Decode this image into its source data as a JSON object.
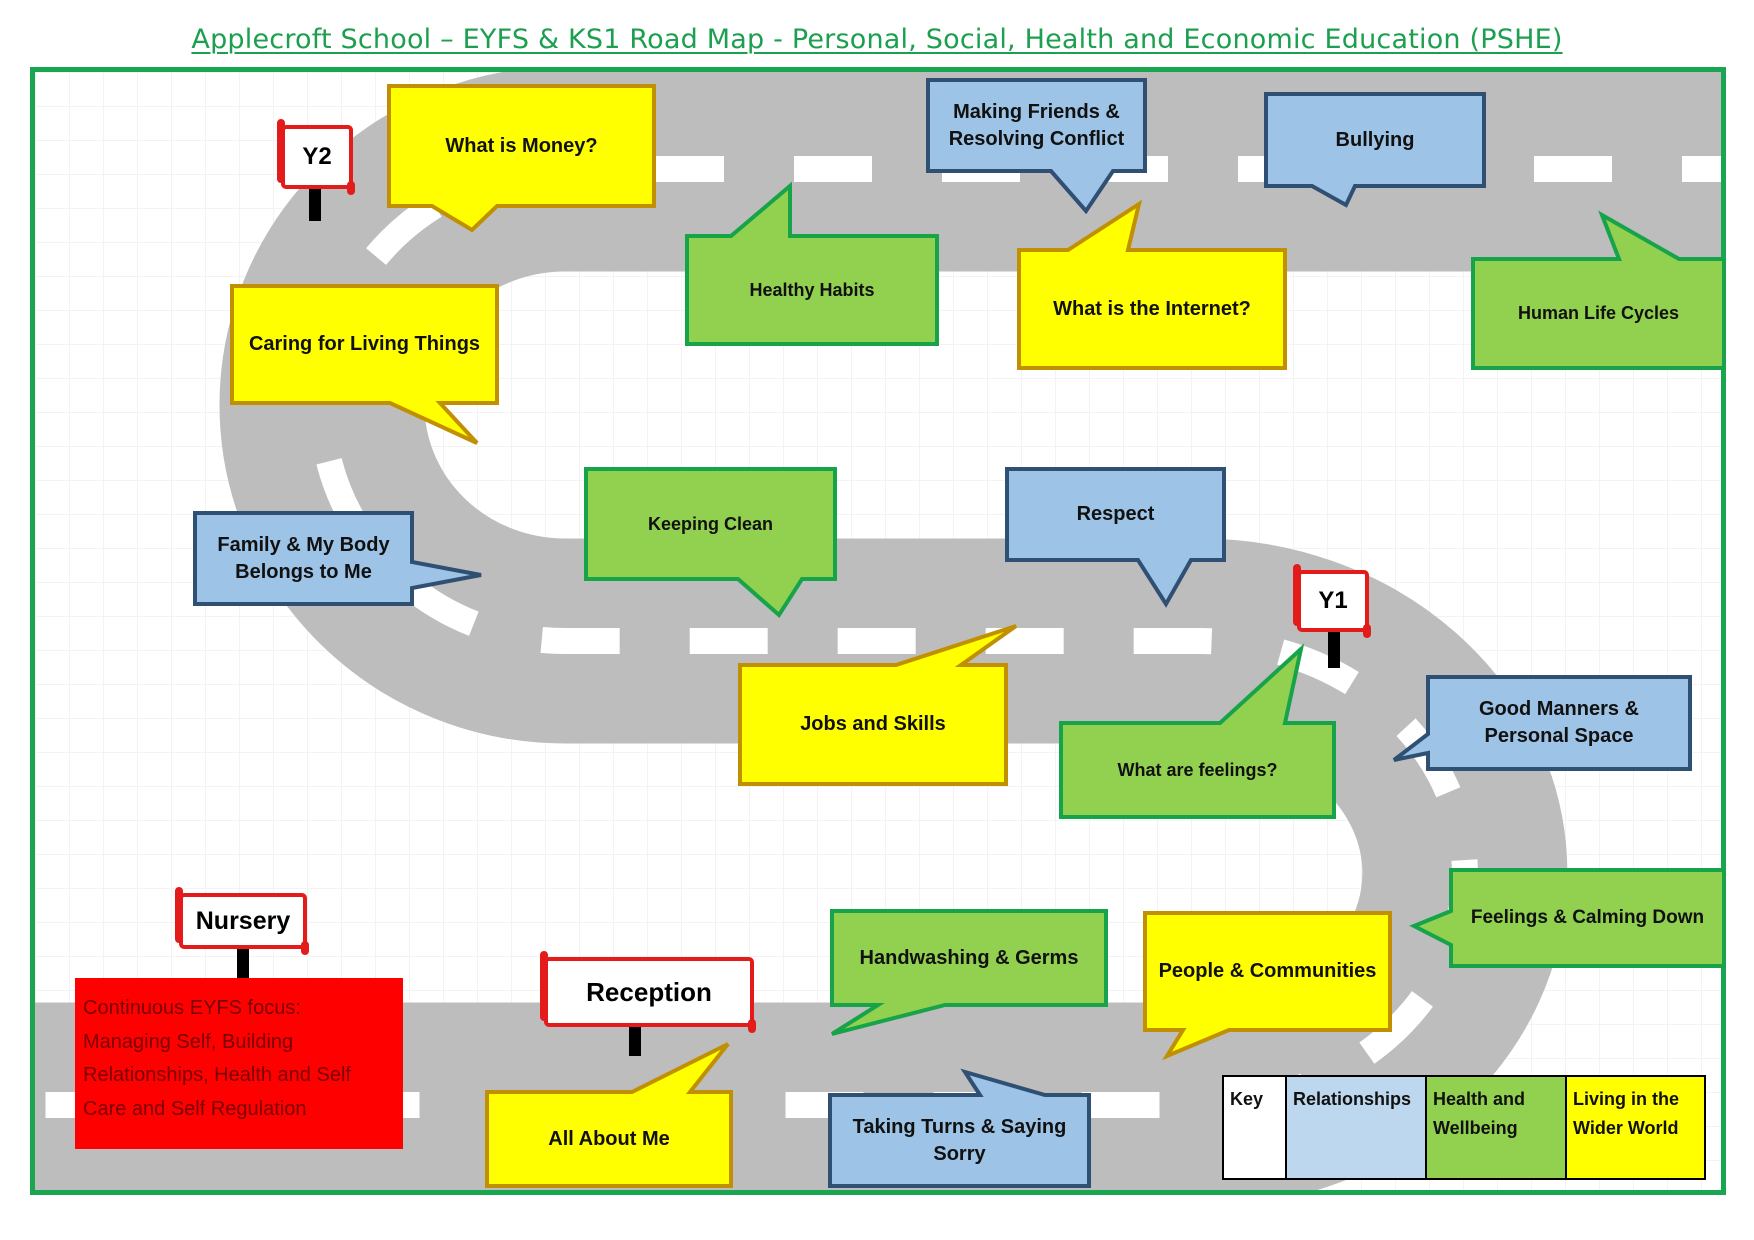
{
  "title": "Applecroft School – EYFS & KS1 Road Map - Personal, Social, Health and Economic Education (PSHE)",
  "colors": {
    "relationships": "#9dc3e6",
    "relationships_border": "#2f4f73",
    "health_wellbeing": "#92d050",
    "health_wellbeing_border": "#17a34a",
    "wider_world": "#ffff00",
    "wider_world_border": "#c09000",
    "road": "#bdbdbd",
    "frame": "#1aa550",
    "sign_border": "#e31b1b",
    "nursery_box": "#ff0000"
  },
  "signs": {
    "nursery": "Nursery",
    "reception": "Reception",
    "y1": "Y1",
    "y2": "Y2"
  },
  "nursery_focus": {
    "lines": [
      "Continuous EYFS focus:",
      "Managing Self, Building",
      "Relationships, Health and Self",
      "Care and  Self Regulation"
    ]
  },
  "topics": [
    {
      "id": "all-about-me",
      "label": "All About Me",
      "category": "Living in the Wider World",
      "stage": "Reception"
    },
    {
      "id": "taking-turns",
      "label": "Taking Turns & Saying Sorry",
      "category": "Relationships",
      "stage": "Reception"
    },
    {
      "id": "handwashing",
      "label": "Handwashing & Germs",
      "category": "Health and Wellbeing",
      "stage": "Reception"
    },
    {
      "id": "people-communities",
      "label": "People & Communities",
      "category": "Living in the Wider World",
      "stage": "Reception"
    },
    {
      "id": "feelings-calming",
      "label": "Feelings & Calming Down",
      "category": "Health and Wellbeing",
      "stage": "Reception"
    },
    {
      "id": "good-manners",
      "label": "Good Manners & Personal Space",
      "category": "Relationships",
      "stage": "Reception"
    },
    {
      "id": "what-are-feelings",
      "label": "What are feelings?",
      "category": "Health and Wellbeing",
      "stage": "Y1"
    },
    {
      "id": "respect",
      "label": "Respect",
      "category": "Relationships",
      "stage": "Y1"
    },
    {
      "id": "jobs-skills",
      "label": "Jobs and Skills",
      "category": "Living in the Wider World",
      "stage": "Y1"
    },
    {
      "id": "keeping-clean",
      "label": "Keeping Clean",
      "category": "Health and Wellbeing",
      "stage": "Y1"
    },
    {
      "id": "family-body",
      "label": "Family & My Body Belongs to Me",
      "category": "Relationships",
      "stage": "Y1"
    },
    {
      "id": "caring-living",
      "label": "Caring for Living Things",
      "category": "Living in the Wider World",
      "stage": "Y1"
    },
    {
      "id": "what-is-money",
      "label": "What is Money?",
      "category": "Living in the Wider World",
      "stage": "Y2"
    },
    {
      "id": "healthy-habits",
      "label": "Healthy Habits",
      "category": "Health and Wellbeing",
      "stage": "Y2"
    },
    {
      "id": "making-friends",
      "label": "Making Friends & Resolving Conflict",
      "category": "Relationships",
      "stage": "Y2"
    },
    {
      "id": "internet",
      "label": "What is the Internet?",
      "category": "Living in the Wider World",
      "stage": "Y2"
    },
    {
      "id": "bullying",
      "label": "Bullying",
      "category": "Relationships",
      "stage": "Y2"
    },
    {
      "id": "human-life-cycles",
      "label": "Human Life Cycles",
      "category": "Health and Wellbeing",
      "stage": "Y2"
    }
  ],
  "key": {
    "heading": "Key",
    "items": [
      {
        "label": "Relationships",
        "color": "#bdd7ee"
      },
      {
        "label": "Health and Wellbeing",
        "color": "#92d050"
      },
      {
        "label": "Living in the Wider World",
        "color": "#ffff00"
      }
    ]
  }
}
